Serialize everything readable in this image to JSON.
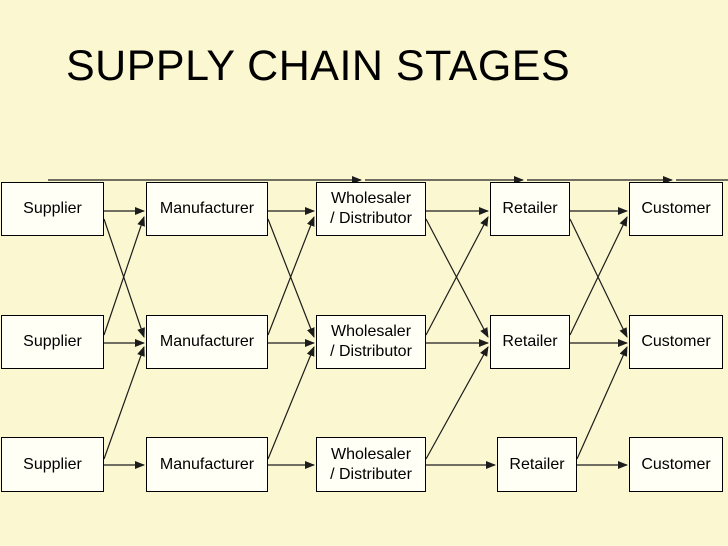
{
  "slide": {
    "title": "SUPPLY CHAIN STAGES",
    "colors": {
      "background": "#FBF8D1",
      "box_fill": "#FFFFF6",
      "box_border": "#000000",
      "connector_line": "#1C1C1C",
      "text": "#000000"
    }
  },
  "diagram": {
    "flow_direction": "left-to-right",
    "rows": [
      {
        "nodes": [
          {
            "label": "Supplier"
          },
          {
            "label": "Manufacturer"
          },
          {
            "label": "Wholesaler",
            "label2": "/ Distributor"
          },
          {
            "label": "Retailer"
          },
          {
            "label": "Customer"
          }
        ]
      },
      {
        "nodes": [
          {
            "label": "Supplier"
          },
          {
            "label": "Manufacturer"
          },
          {
            "label": "Wholesaler",
            "label2": "/ Distributor"
          },
          {
            "label": "Retailer"
          },
          {
            "label": "Customer"
          }
        ]
      },
      {
        "nodes": [
          {
            "label": "Supplier"
          },
          {
            "label": "Manufacturer"
          },
          {
            "label": "Wholesaler",
            "label2": "/ Distributer"
          },
          {
            "label": "Retailer"
          },
          {
            "label": "Customer"
          }
        ]
      }
    ],
    "connections": [
      "Each row: Supplier → Manufacturer → Wholesaler/Distributor → Retailer → Customer",
      "Rows 1 and 2: crossing diagonal arrows — each stage also feeds the next stage of the adjacent row",
      "Row 3 to Row 2: diagonal arrows from each stage up to the next stage of row 2",
      "Horizontal timeline arrow across the top of the diagram, left to right"
    ]
  }
}
